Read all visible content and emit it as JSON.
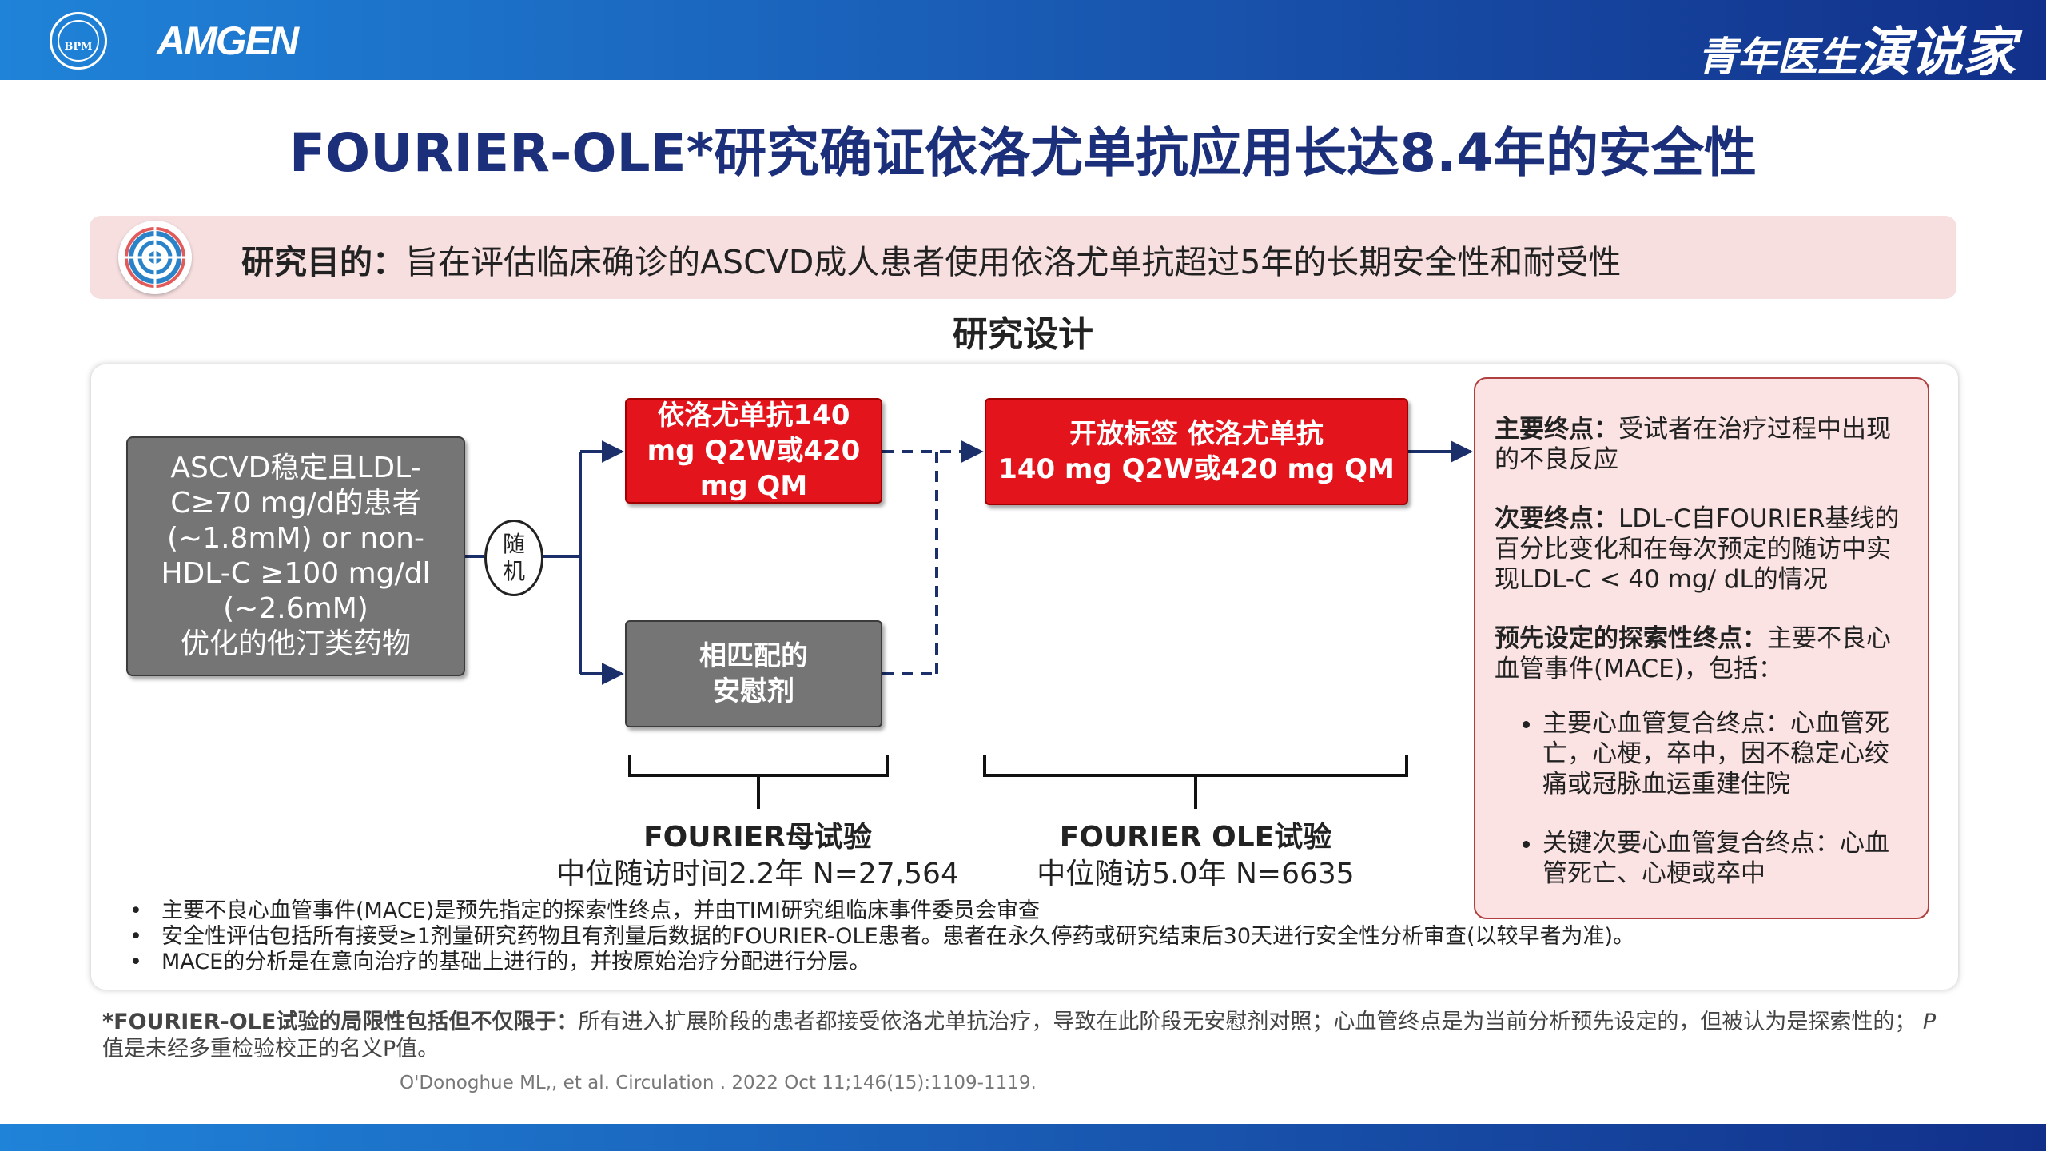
{
  "header": {
    "society_logo_text": "BPM",
    "company_logo_text": "AMGEN",
    "brand_part1": "青年医生",
    "brand_part2": "演说家"
  },
  "title": "FOURIER-OLE*研究确证依洛尤单抗应用长达8.4年的安全性",
  "objective": {
    "label": "研究目的：",
    "text": "旨在评估临床确诊的ASCVD成人患者使用依洛尤单抗超过5年的长期安全性和耐受性"
  },
  "design_title": "研究设计",
  "flow": {
    "patients": "ASCVD稳定且LDL-\nC≥70 mg/d的患者\n(~1.8mM) or non-\nHDL-C ≥100 mg/dl\n(~2.6mM)\n优化的他汀类药物",
    "randomize": "随\n机",
    "evolocumab_arm": "依洛尤单抗140\nmg Q2W或420\nmg QM",
    "placebo_arm": "相匹配的\n安慰剂",
    "ole_arm": "开放标签 依洛尤单抗\n140 mg Q2W或420 mg QM"
  },
  "trials": [
    {
      "name": "FOURIER母试验",
      "stat": "中位随访时间2.2年 N=27,564"
    },
    {
      "name": "FOURIER OLE试验",
      "stat": "中位随访5.0年 N=6635"
    }
  ],
  "endpoints": {
    "primary_label": "主要终点：",
    "primary_text": "受试者在治疗过程中出现的不良反应",
    "secondary_label": "次要终点：",
    "secondary_text": "LDL-C自FOURIER基线的百分比变化和在每次预定的随访中实现LDL-C < 40 mg/ dL的情况",
    "exploratory_label": "预先设定的探索性终点：",
    "exploratory_text": "主要不良心血管事件(MACE)，包括：",
    "bullets": [
      "主要心血管复合终点：心血管死亡，心梗，卒中，因不稳定心绞痛或冠脉血运重建住院",
      "关键次要心血管复合终点：心血管死亡、心梗或卒中"
    ]
  },
  "notes": [
    "主要不良心血管事件(MACE)是预先指定的探索性终点，并由TIMI研究组临床事件委员会审查",
    "安全性评估包括所有接受≥1剂量研究药物且有剂量后数据的FOURIER-OLE患者。患者在永久停药或研究结束后30天进行安全性分析审查(以较早者为准)。",
    "MACE的分析是在意向治疗的基础上进行的，并按原始治疗分配进行分层。"
  ],
  "footnote": {
    "label": "*FOURIER-OLE试验的局限性包括但不仅限于：",
    "text": "所有进入扩展阶段的患者都接受依洛尤单抗治疗，导致在此阶段无安慰剂对照；心血管终点是为当前分析预先设定的，但被认为是探索性的；",
    "p_label": "P",
    "p_text": "值是未经多重检验校正的名义P值。"
  },
  "citation": "O'Donoghue ML,, et al. Circulation . 2022 Oct 11;146(15):1109-1119.",
  "colors": {
    "header_blue": "#1a5fb8",
    "title_navy": "#1b2f7a",
    "arm_red": "#e3141b",
    "placebo_gray": "#757575",
    "objective_pink": "#f7dfe0",
    "endpoint_pink": "#fbe3e4"
  }
}
